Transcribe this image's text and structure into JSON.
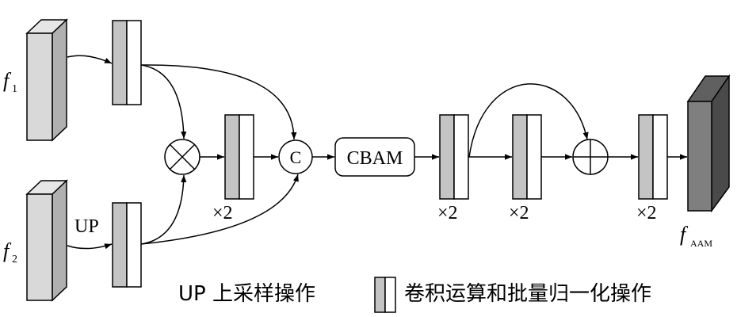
{
  "inputs": {
    "f1": {
      "symbol": "f",
      "sub": "1"
    },
    "f2": {
      "symbol": "f",
      "sub": "2"
    },
    "output": {
      "symbol": "f",
      "sub": "AAM"
    }
  },
  "labels": {
    "up": "UP",
    "concat": "C",
    "cbam": "CBAM",
    "times2": "×2"
  },
  "legend": {
    "up_text": "UP 上采样操作",
    "conv_text": "卷积运算和批量归一化操作"
  },
  "colors": {
    "stroke": "#000000",
    "light_gray": "#d9d9d9",
    "mid_gray": "#c4c4c4",
    "dark_gray": "#7f7f7f",
    "darker_gray": "#606060"
  }
}
